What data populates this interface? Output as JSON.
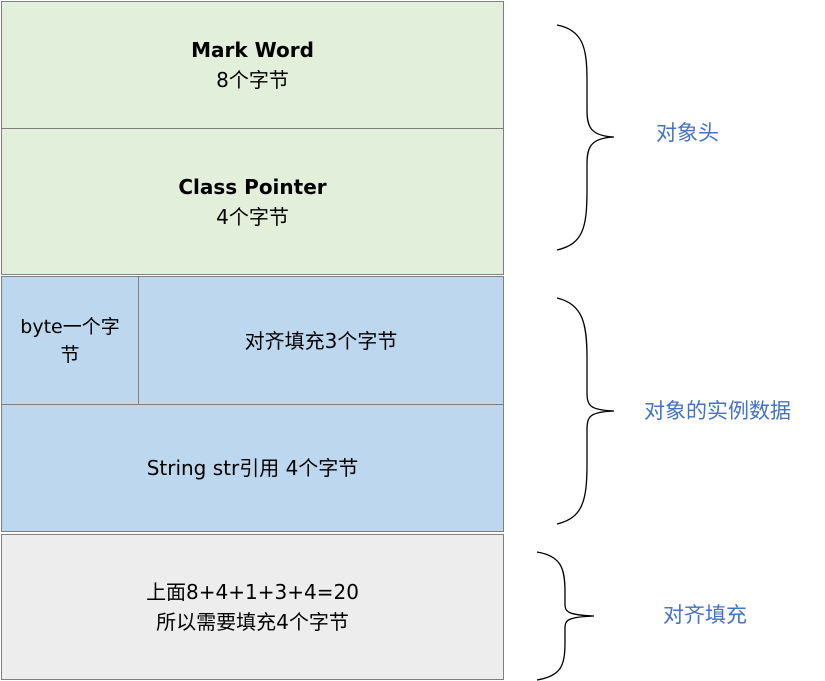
{
  "colors": {
    "header_fill": "#e2efda",
    "instance_fill": "#bdd7ee",
    "padding_fill": "#ededed",
    "label_text": "#4472c4",
    "box_border": "#7f7f7f"
  },
  "blocks": {
    "mark_word": {
      "title": "Mark Word",
      "size": "8个字节"
    },
    "class_pointer": {
      "title": "Class Pointer",
      "size": "4个字节"
    },
    "byte_field": {
      "line1": "byte一个字",
      "line2": "节"
    },
    "alignment_fill": {
      "text": "对齐填充3个字节"
    },
    "string_ref": {
      "text": "String str引用 4个字节"
    },
    "padding": {
      "line1": "上面8+4+1+3+4=20",
      "line2": "所以需要填充4个字节"
    }
  },
  "labels": {
    "object_header": "对象头",
    "instance_data": "对象的实例数据",
    "alignment_padding": "对齐填充"
  }
}
